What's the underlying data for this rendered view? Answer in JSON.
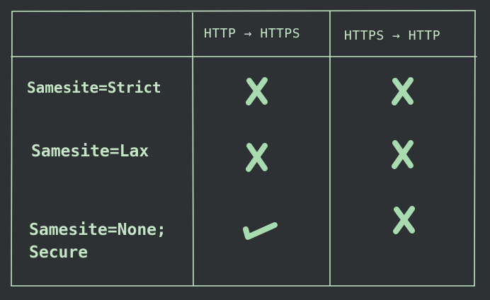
{
  "table": {
    "headers": [
      "",
      "HTTP → HTTPS",
      "HTTPS → HTTP"
    ],
    "rows": [
      {
        "label": "Samesite=Strict",
        "http_to_https": "cross",
        "https_to_http": "cross"
      },
      {
        "label": "Samesite=Lax",
        "http_to_https": "cross",
        "https_to_http": "cross"
      },
      {
        "label": "Samesite=None;\nSecure",
        "http_to_https": "check",
        "https_to_http": "cross"
      }
    ]
  },
  "colors": {
    "background": "#2e3133",
    "ink": "#c5e6c6",
    "mark": "#a8dcb0"
  }
}
